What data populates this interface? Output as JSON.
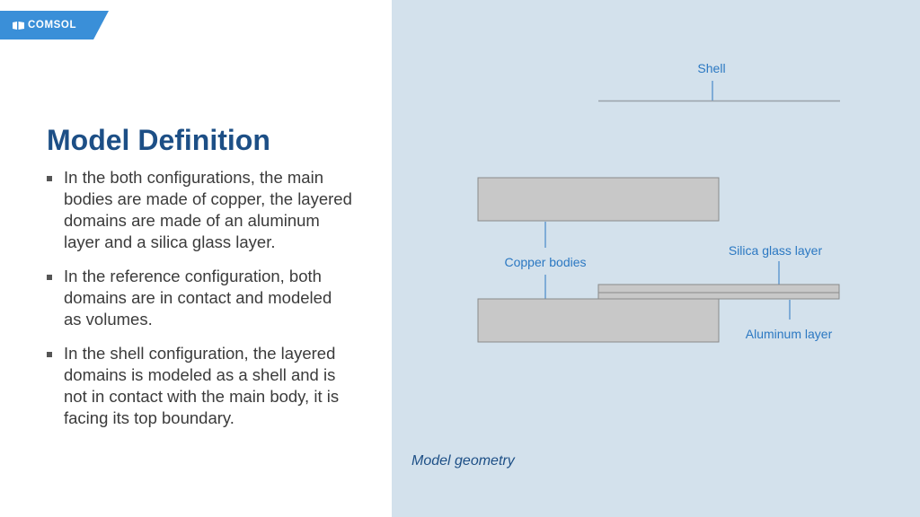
{
  "logo": {
    "text": "COMSOL"
  },
  "slide": {
    "title": "Model Definition",
    "bullets": [
      "In the both configurations, the main bodies are made of copper, the layered domains are made of an aluminum layer and a silica glass layer.",
      "In the reference configuration, both domains are in contact and modeled as volumes.",
      "In the shell configuration, the layered domains is modeled as a shell and is not in contact with the main body, it is facing its top boundary."
    ]
  },
  "diagram": {
    "labels": {
      "shell": "Shell",
      "copper": "Copper bodies",
      "silica": "Silica glass layer",
      "aluminum": "Aluminum layer"
    },
    "caption": "Model geometry",
    "colors": {
      "panel": "#d3e1ec",
      "body_fill": "#c8c8c8",
      "body_stroke": "#8a8a8a",
      "label": "#2b78c2",
      "title": "#1d4f86"
    }
  }
}
